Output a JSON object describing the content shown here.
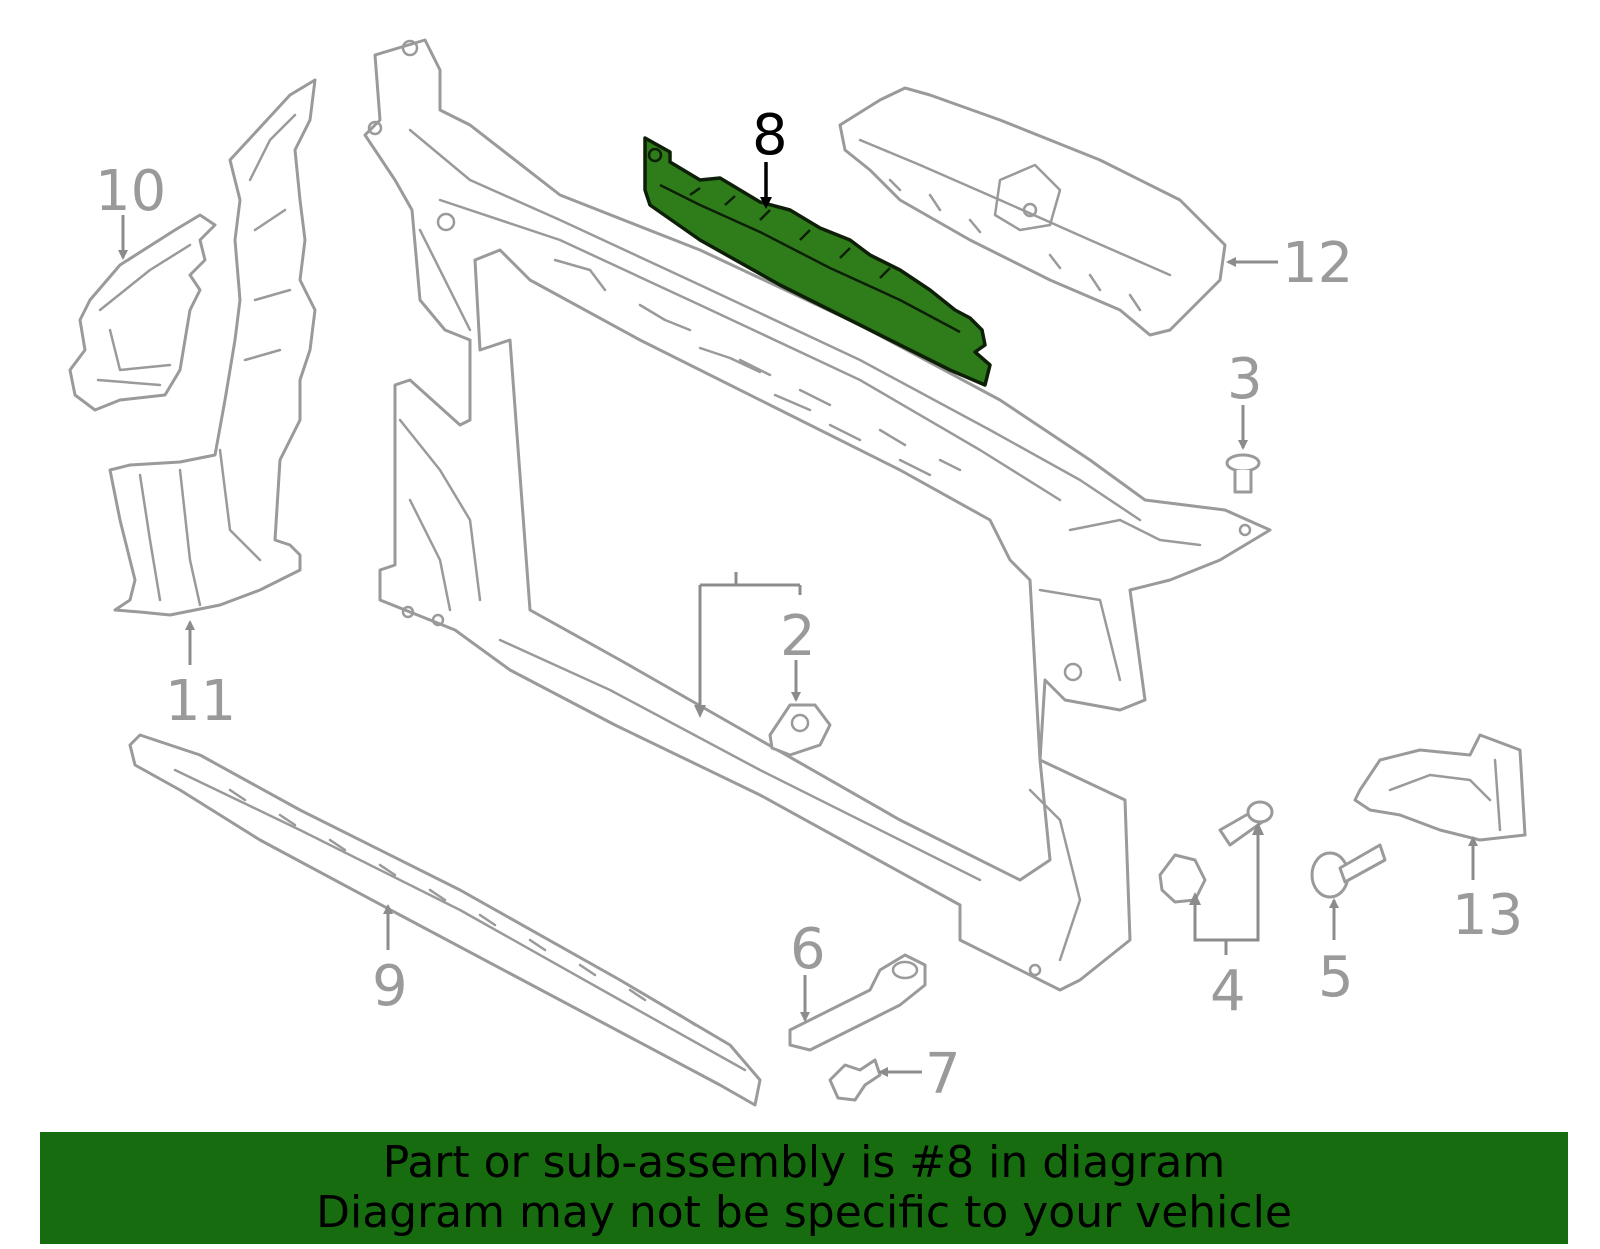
{
  "callouts": {
    "c2": "2",
    "c3": "3",
    "c4": "4",
    "c5": "5",
    "c6": "6",
    "c7": "7",
    "c8": "8",
    "c9": "9",
    "c10": "10",
    "c11": "11",
    "c12": "12",
    "c13": "13"
  },
  "highlight_color": "#2f7d1a",
  "banner": {
    "color": "#166c0f",
    "line1": "Part or sub-assembly is #8 in diagram",
    "line2": "Diagram may not be specific to your vehicle"
  }
}
